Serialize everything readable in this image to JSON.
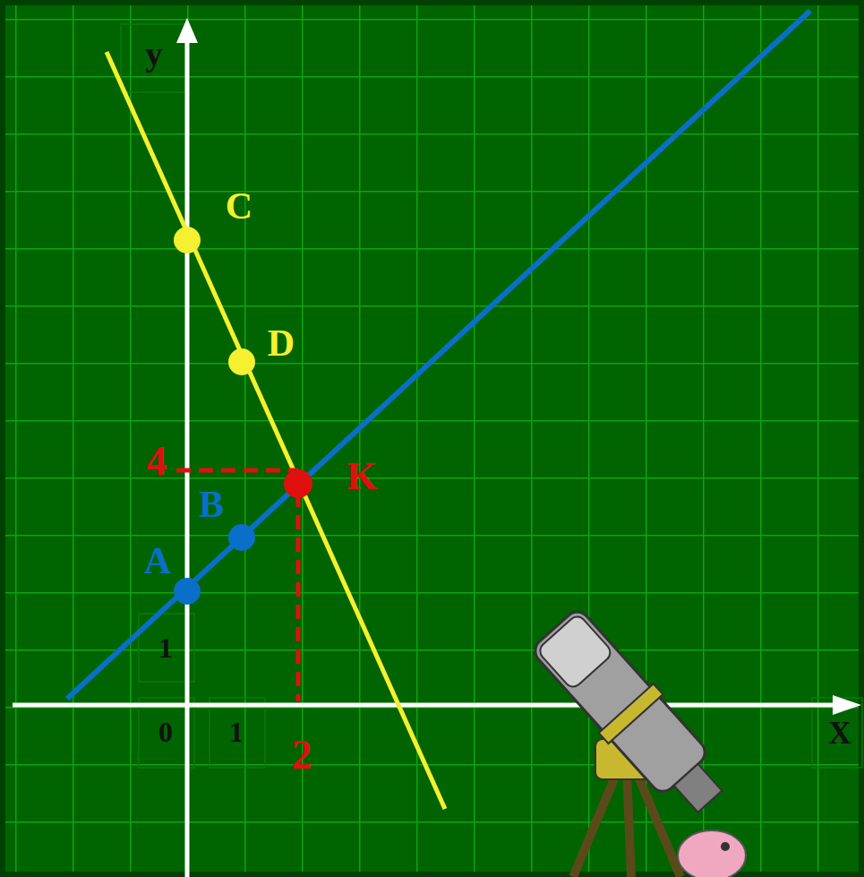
{
  "diagram": {
    "labels": [
      "y",
      "C",
      "D",
      "4",
      "K",
      "B",
      "A",
      "1",
      "0",
      "1",
      "2",
      "X"
    ]
  }
}
